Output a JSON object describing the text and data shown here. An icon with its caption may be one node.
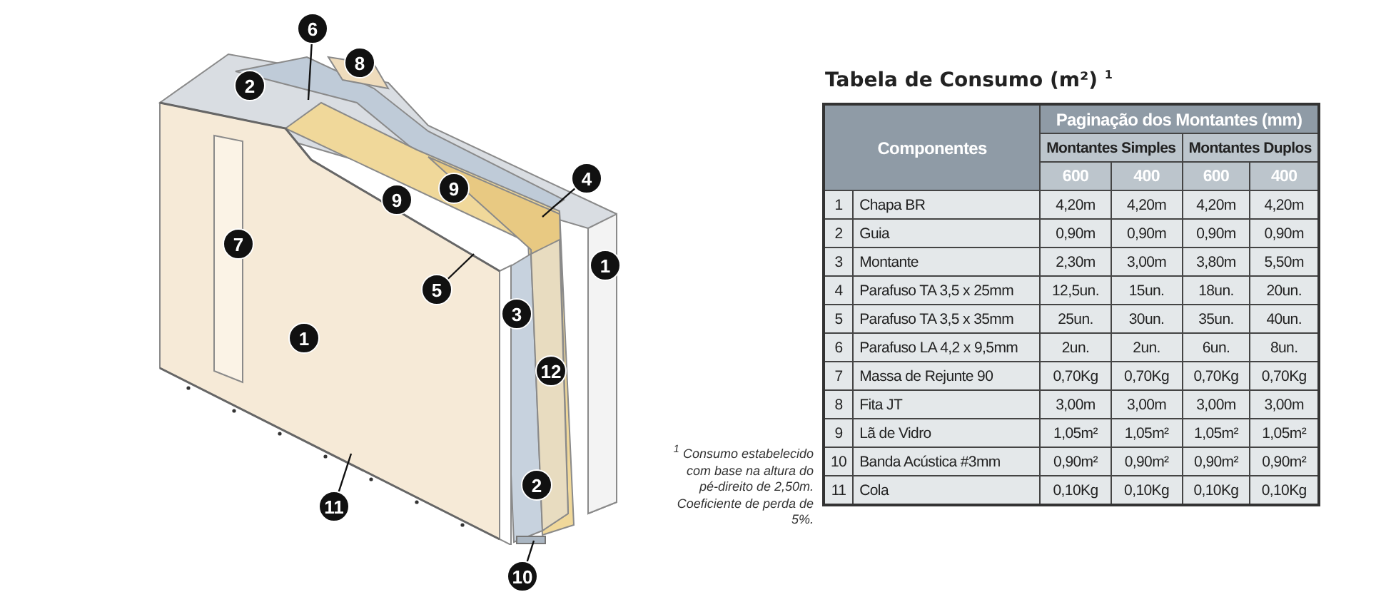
{
  "diagram": {
    "title": "Tabela de Consumo (m²) $^{1}$",
    "nodes": [
      {
        "text": [
          "6"
        ]
      },
      {
        "text": [
          "8"
        ]
      },
      {
        "text": [
          "2"
        ]
      },
      {
        "text": [
          "4"
        ]
      },
      {
        "text": [
          "9"
        ]
      },
      {
        "text": [
          "9"
        ]
      },
      {
        "text": [
          "7"
        ]
      },
      {
        "text": [
          "1"
        ]
      },
      {
        "text": [
          "5"
        ]
      },
      {
        "text": [
          "3"
        ]
      },
      {
        "text": [
          "1"
        ]
      },
      {
        "text": [
          "12"
        ]
      },
      {
        "text": [
          "2"
        ]
      },
      {
        "text": [
          "11"
        ]
      },
      {
        "text": [
          "10"
        ]
      }
    ],
    "edges": [
      {
        "from": 0,
        "to": null,
        "arrow": "none"
      },
      {
        "from": 3,
        "to": null,
        "arrow": "none"
      },
      {
        "from": 8,
        "to": null,
        "arrow": "none"
      },
      {
        "from": 13,
        "to": null,
        "arrow": "none"
      },
      {
        "from": 14,
        "to": null,
        "arrow": "none"
      }
    ],
    "labels": [
      "Componentes",
      "Paginação dos Montantes (mm)",
      "Montantes Simples",
      "Montantes Duplos",
      "600",
      "400",
      "600",
      "400",
      "1",
      "Chapa BR",
      "4,20m",
      "4,20m",
      "4,20m",
      "4,20m",
      "2",
      "Guia",
      "0,90m",
      "0,90m",
      "0,90m",
      "0,90m",
      "3",
      "Montante",
      "2,30m",
      "3,00m",
      "3,80m",
      "5,50m",
      "4",
      "Parafuso TA 3,5 x 25mm",
      "12,5un.",
      "15un.",
      "18un.",
      "20un.",
      "5",
      "Parafuso TA 3,5 x 35mm",
      "25un.",
      "30un.",
      "35un.",
      "40un.",
      "6",
      "Parafuso LA 4,2 x 9,5mm",
      "2un.",
      "2un.",
      "6un.",
      "8un.",
      "7",
      "Massa de Rejunte 90",
      "0,70Kg",
      "0,70Kg",
      "0,70Kg",
      "0,70Kg",
      "8",
      "Fita JT",
      "3,00m",
      "3,00m",
      "3,00m",
      "3,00m",
      "9",
      "Lã de Vidro",
      "1,05m²",
      "1,05m²",
      "1,05m²",
      "1,05m²",
      "10",
      "Banda Acústica #3mm",
      "0,90m²",
      "0,90m²",
      "0,90m²",
      "0,90m²",
      "11",
      "Cola",
      "0,10Kg",
      "0,10Kg",
      "0,10Kg",
      "0,10Kg",
      "$^{1}$ Consumo estabelecido com base na altura do pé-direito de 2,50m. Coeficiente de perda de 5%."
    ]
  }
}
